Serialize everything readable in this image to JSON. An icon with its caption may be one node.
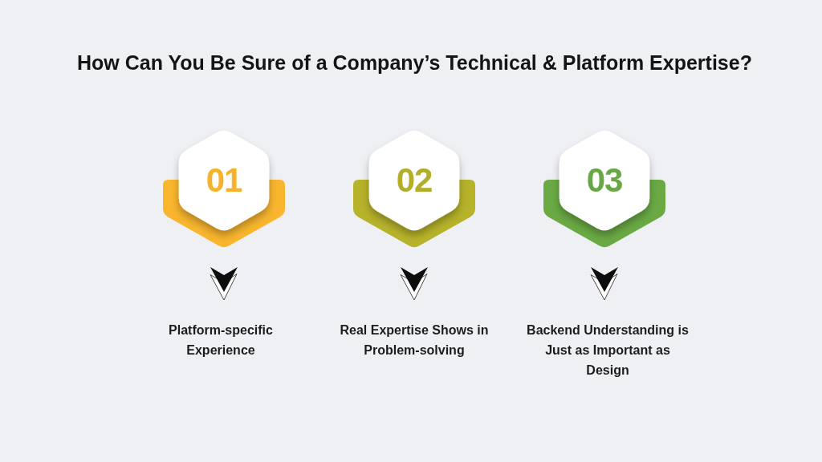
{
  "diagram": {
    "title": "How Can You Be Sure of a Company’s Technical & Platform Expertise?",
    "nodes": [
      {
        "text": [
          "01"
        ]
      },
      {
        "text": [
          "02"
        ]
      },
      {
        "text": [
          "03"
        ]
      },
      {
        "text": [
          "Platform-specific Experience"
        ]
      },
      {
        "text": [
          "Real Expertise Shows in Problem-solving"
        ]
      },
      {
        "text": [
          "Backend Understanding is Just as Important as Design"
        ]
      }
    ],
    "edges": [
      {
        "from": 0,
        "to": 3,
        "arrow": "to"
      },
      {
        "from": 1,
        "to": 4,
        "arrow": "to"
      },
      {
        "from": 2,
        "to": 5,
        "arrow": "to"
      }
    ]
  }
}
